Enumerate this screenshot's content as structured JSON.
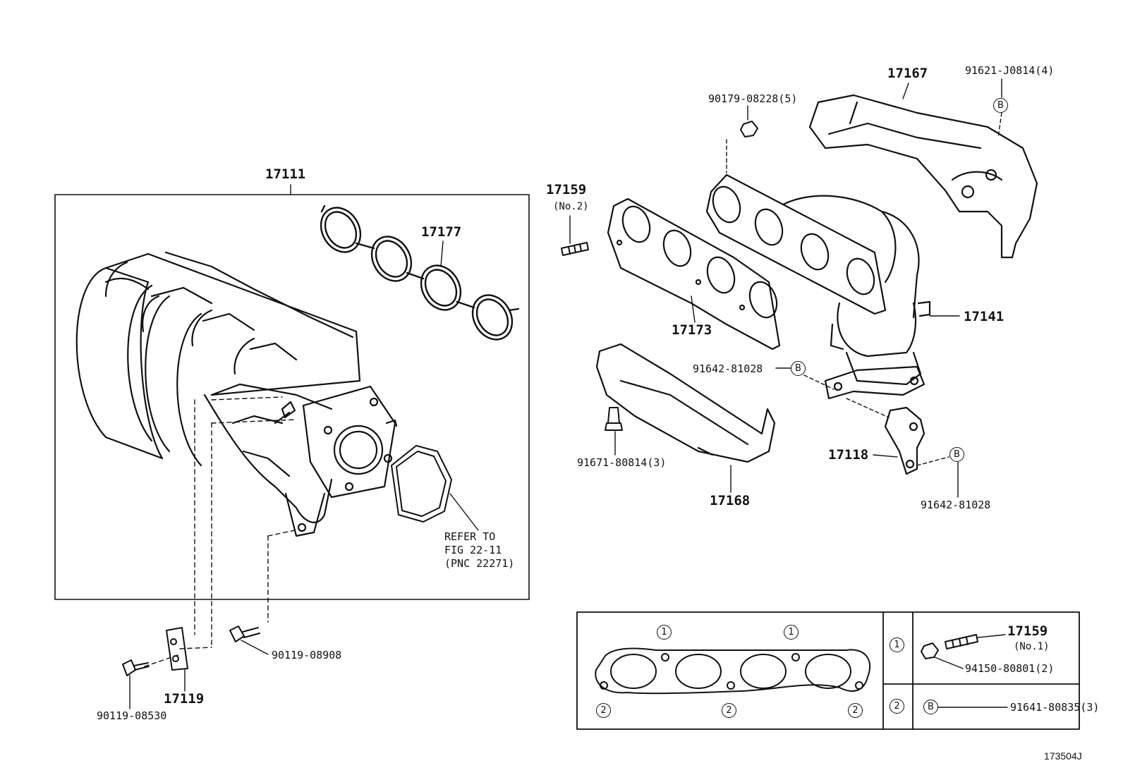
{
  "parts": {
    "p17111": "17111",
    "p17177": "17177",
    "p17159_no2": "17159",
    "no2": "(No.2)",
    "p17167": "17167",
    "p90179": "90179-08228(5)",
    "p91621": "91621-J0814(4)",
    "p17173": "17173",
    "p17141": "17141",
    "p91642a": "91642-81028",
    "p91671": "91671-80814(3)",
    "p17168": "17168",
    "p17118": "17118",
    "p91642b": "91642-81028",
    "p90119_08908": "90119-08908",
    "p17119": "17119",
    "p90119_08530": "90119-08530"
  },
  "refer": {
    "line1": "REFER TO",
    "line2": "FIG 22-11",
    "line3": "(PNC 22271)"
  },
  "legend": {
    "p17159_no1": "17159",
    "no1": "(No.1)",
    "p94150": "94150-80801(2)",
    "p91641": "91641-80835(3)"
  },
  "markers": {
    "one": "1",
    "two": "2",
    "b": "B"
  },
  "figure_id": "173504J"
}
